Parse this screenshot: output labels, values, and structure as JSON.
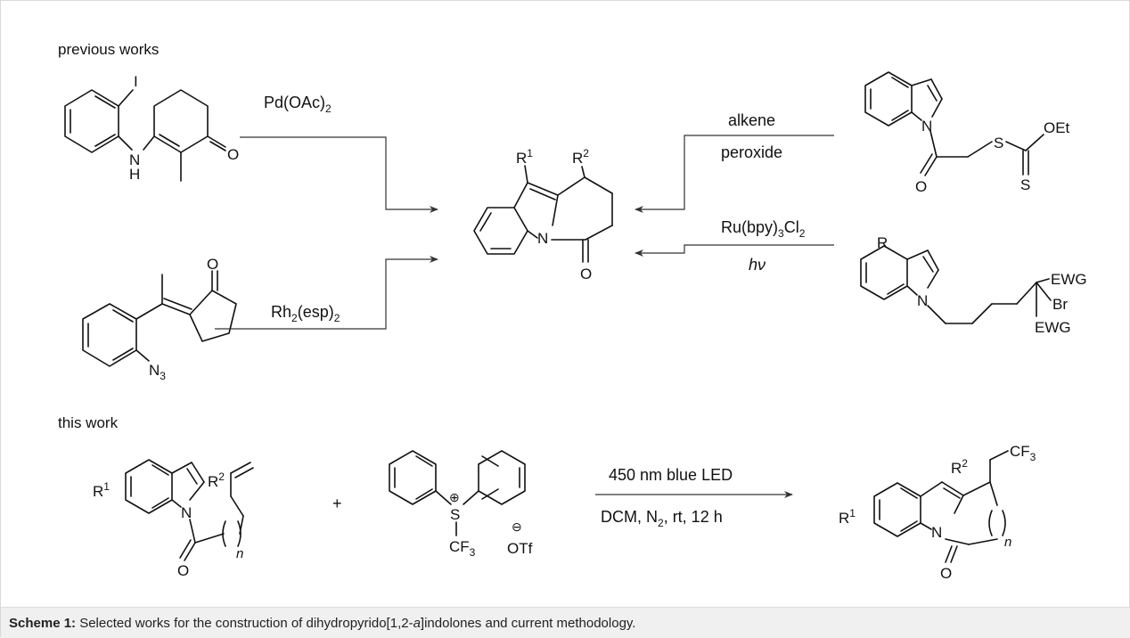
{
  "headings": {
    "previous": "previous works",
    "current": "this work"
  },
  "conditions": {
    "pd": {
      "reagent": "Pd(OAc)",
      "sub": "2"
    },
    "rh": {
      "reagent_a": "Rh",
      "sub_a": "2",
      "reagent_b": "(esp)",
      "sub_b": "2"
    },
    "alkene": "alkene",
    "peroxide": "peroxide",
    "ru": {
      "reagent_a": "Ru(bpy)",
      "sub_a": "3",
      "reagent_b": "Cl",
      "sub_b": "2"
    },
    "light": "hν",
    "led": "450 nm blue LED",
    "solvent": {
      "a": "DCM, N",
      "sub": "2",
      "b": ", rt, 12 h"
    }
  },
  "plus": "+",
  "atoms": {
    "I": "I",
    "N": "N",
    "H": "H",
    "O": "O",
    "S": "S",
    "R": "R",
    "Br": "Br",
    "OEt": "OEt",
    "EWG": "EWG",
    "N3": "N",
    "three": "3",
    "CF3": "CF",
    "OTf": "OTf",
    "R1": "R",
    "one": "1",
    "R2": "R",
    "two": "2",
    "n": "n",
    "plus_charge": "⊕",
    "minus_charge": "⊖"
  },
  "caption": {
    "label": "Scheme 1:",
    "text": " Selected works for the construction of dihydropyrido[1,2-",
    "italic": "a",
    "text2": "]indolones and current methodology."
  }
}
